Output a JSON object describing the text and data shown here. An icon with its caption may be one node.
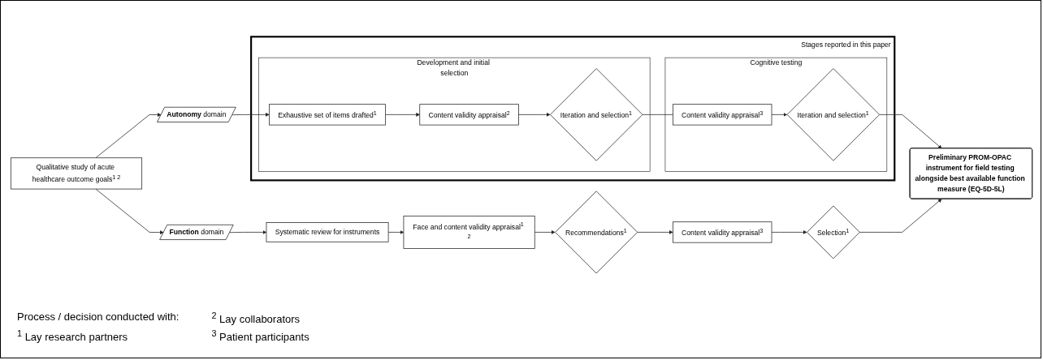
{
  "diagram": {
    "nodes": [
      {
        "text": [
          "Qualitative study of acute healthcare outcome goals$^{1 2}$"
        ]
      },
      {
        "text": [
          "Stages reported in this paper"
        ]
      },
      {
        "text": [
          "Development and initial selection"
        ],
        "in": 1
      },
      {
        "text": [
          "Cognitive testing"
        ],
        "in": 1
      },
      {
        "text": [
          "**Autonomy** domain"
        ]
      },
      {
        "text": [
          "Exhaustive set of items drafted$^{1}$"
        ],
        "in": 2
      },
      {
        "text": [
          "Content validity appraisal$^{2}$"
        ],
        "in": 2
      },
      {
        "text": [
          "Iteration and selection$^{1}$"
        ],
        "in": 2
      },
      {
        "text": [
          "Content validity appraisal$^{3}$"
        ],
        "in": 3
      },
      {
        "text": [
          "Iteration and selection$^{1}$"
        ],
        "in": 3
      },
      {
        "text": [
          "**Function** domain"
        ]
      },
      {
        "text": [
          "Systematic review for instruments"
        ]
      },
      {
        "text": [
          "Face and content validity appraisal$^{1 2}$"
        ]
      },
      {
        "text": [
          "Recommendations$^{1}$"
        ]
      },
      {
        "text": [
          "Content validity appraisal$^{3}$"
        ]
      },
      {
        "text": [
          "Selection$^{1}$"
        ]
      },
      {
        "text": [
          "Preliminary PROM-OPAC instrument for field testing alongside best available function measure (EQ-5D-5L)"
        ]
      }
    ],
    "edges": [
      {
        "from": 0,
        "to": 4,
        "arrow": "to"
      },
      {
        "from": 0,
        "to": 10,
        "arrow": "to"
      },
      {
        "from": 4,
        "to": 5,
        "arrow": "to"
      },
      {
        "from": 5,
        "to": 6,
        "arrow": "to"
      },
      {
        "from": 6,
        "to": 7,
        "arrow": "to"
      },
      {
        "from": 7,
        "to": 8,
        "arrow": "none"
      },
      {
        "from": 8,
        "to": 9,
        "arrow": "to"
      },
      {
        "from": 9,
        "to": 16,
        "arrow": "to"
      },
      {
        "from": 10,
        "to": 11,
        "arrow": "to"
      },
      {
        "from": 11,
        "to": 12,
        "arrow": "to"
      },
      {
        "from": 12,
        "to": 13,
        "arrow": "to"
      },
      {
        "from": 13,
        "to": 14,
        "arrow": "to"
      },
      {
        "from": 14,
        "to": 15,
        "arrow": "to"
      },
      {
        "from": 15,
        "to": 16,
        "arrow": "to"
      }
    ],
    "labels": [
      "Process / decision conducted with:",
      "$^{1}$ Lay research partners",
      "$^{2}$ Lay collaborators",
      "$^{3}$ Patient participants"
    ]
  }
}
